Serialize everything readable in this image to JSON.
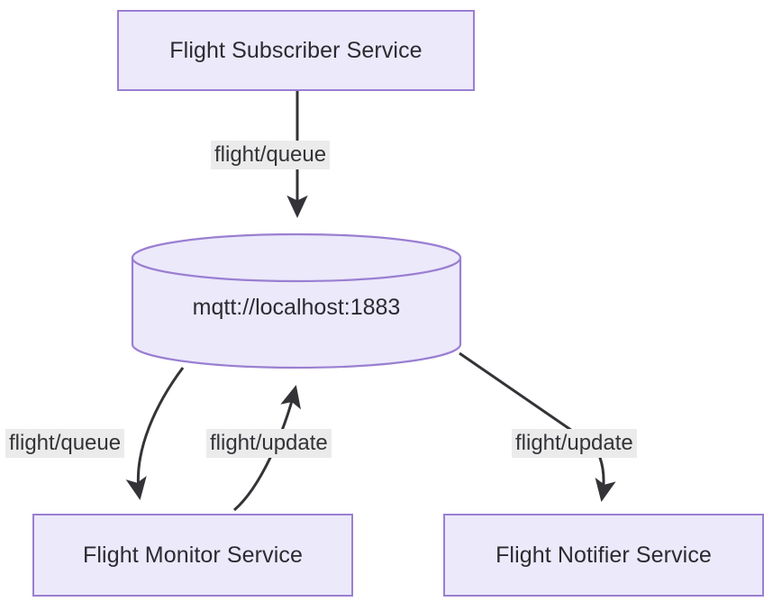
{
  "diagram": {
    "type": "flowchart",
    "title": "MQTT flight services flowchart",
    "colors": {
      "node_fill": "#ece9fb",
      "node_stroke": "#9a7fd1",
      "node_text": "#2b2b31",
      "edge_stroke": "#333338",
      "edge_label_bg": "#ebebeb",
      "edge_label_text": "#333338",
      "background": "#ffffff"
    },
    "nodes": [
      {
        "id": "flight-subscriber-service",
        "label": "Flight Subscriber Service",
        "shape": "rect"
      },
      {
        "id": "mqtt-broker",
        "label": "mqtt://localhost:1883",
        "shape": "cylinder"
      },
      {
        "id": "flight-monitor-service",
        "label": "Flight Monitor Service",
        "shape": "rect"
      },
      {
        "id": "flight-notifier-service",
        "label": "Flight Notifier Service",
        "shape": "rect"
      }
    ],
    "edges": [
      {
        "id": "sub-to-broker",
        "from": "flight-subscriber-service",
        "to": "mqtt-broker",
        "label": "flight/queue",
        "arrow": "end"
      },
      {
        "id": "broker-to-monitor",
        "from": "mqtt-broker",
        "to": "flight-monitor-service",
        "label": "flight/queue",
        "arrow": "end"
      },
      {
        "id": "monitor-to-broker",
        "from": "flight-monitor-service",
        "to": "mqtt-broker",
        "label": "flight/update",
        "arrow": "end"
      },
      {
        "id": "broker-to-notifier",
        "from": "mqtt-broker",
        "to": "flight-notifier-service",
        "label": "flight/update",
        "arrow": "end"
      }
    ]
  }
}
